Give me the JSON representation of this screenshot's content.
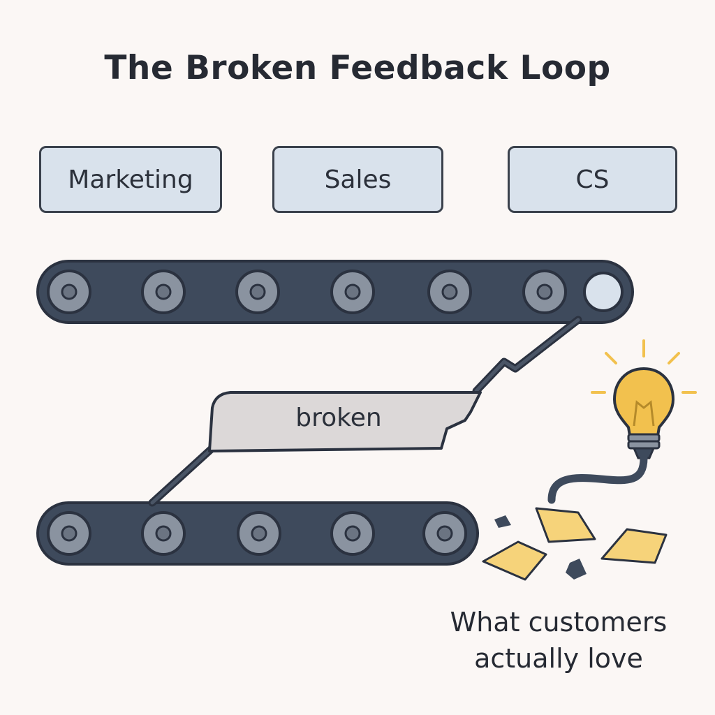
{
  "title": "The Broken Feedback Loop",
  "departments": [
    {
      "label": "Marketing"
    },
    {
      "label": "Sales"
    },
    {
      "label": "CS"
    }
  ],
  "break_label": "broken",
  "caption": {
    "line1": "What customers",
    "line2": "actually love"
  },
  "colors": {
    "background": "#fbf7f5",
    "belt": "#3e4a5c",
    "belt_outline": "#2b3240",
    "roller": "#8a93a0",
    "dept_box": "#d9e2ec",
    "break_plate": "#dcd8d8",
    "bulb": "#f2c14e",
    "paper": "#f6d37a"
  },
  "icons": [
    "conveyor-belt-icon",
    "lightbulb-icon",
    "paper-scrap-icon"
  ]
}
